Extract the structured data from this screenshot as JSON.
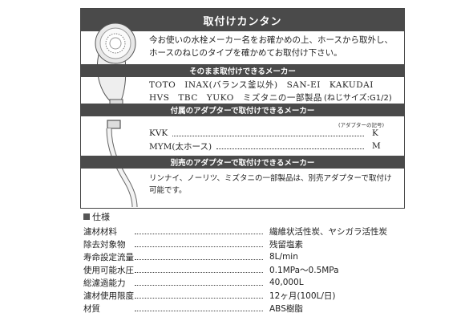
{
  "panel": {
    "title": "取付けカンタン",
    "intro": "今お使いの水栓メーカー名をお確かめの上、ホースから取外し、ホースのねじのタイプを確かめてお取付け下さい。",
    "section_direct": "そのまま取付けできるメーカー",
    "direct_line1": "TOTO　INAX(バランス釜以外)　SAN-EI　KAKUDAI",
    "direct_line2": "HVS　TBC　YUKO　ミズタニの一部製品",
    "thread_size": "(ねじサイズ:G1/2)",
    "section_included": "付属のアダプターで取付けできるメーカー",
    "adapter_code_note": "(アダプターの記号)",
    "adapters": [
      {
        "maker": "KVK",
        "code": "K"
      },
      {
        "maker": "MYM(太ホース)",
        "code": "M"
      }
    ],
    "section_sold": "別売のアダプターで取付けできるメーカー",
    "sold_text": "リンナイ、ノーリツ、ミズタニの一部製品は、別売アダプターで取付け可能です。"
  },
  "specs": {
    "heading": "仕様",
    "rows": [
      {
        "label": "濾材材料",
        "value": "繊維状活性炭、ヤシガラ活性炭"
      },
      {
        "label": "除去対象物",
        "value": "残留塩素"
      },
      {
        "label": "寿命設定流量",
        "value": "8L/min"
      },
      {
        "label": "使用可能水圧",
        "value": "0.1MPa～0.5MPa"
      },
      {
        "label": "総濾過能力",
        "value": "40,000L"
      },
      {
        "label": "濾材使用限度",
        "value": "12ヶ月(100L/日)"
      },
      {
        "label": "材質",
        "value": "ABS樹脂"
      }
    ]
  }
}
